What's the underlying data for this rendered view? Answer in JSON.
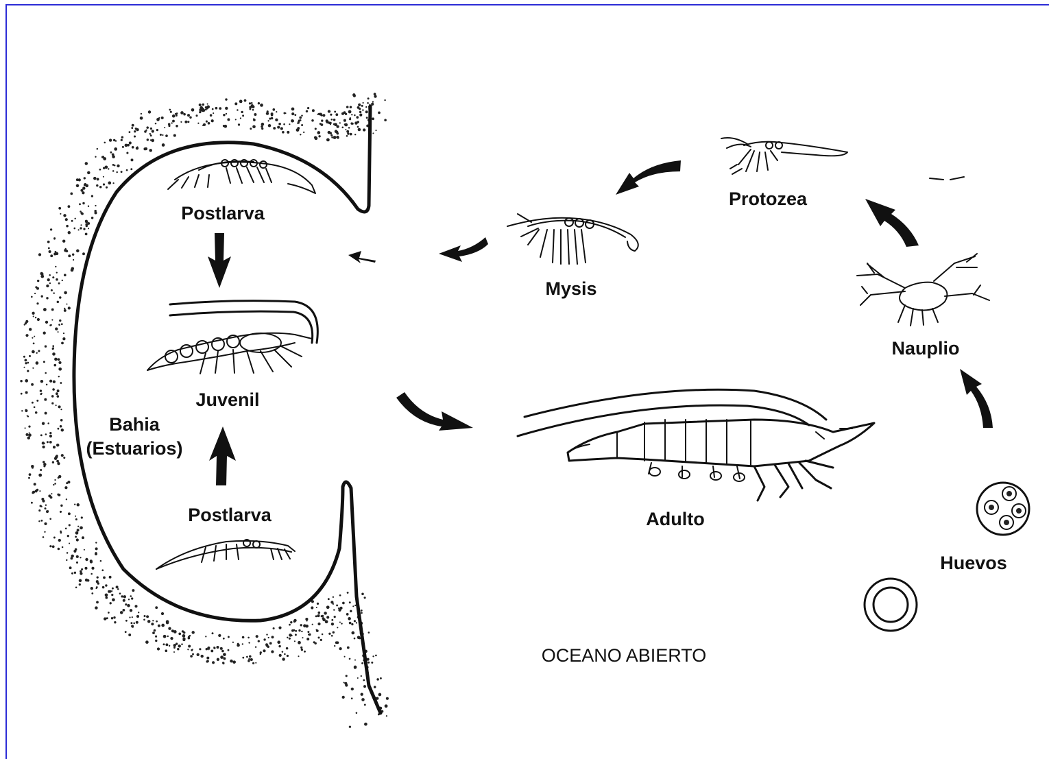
{
  "labels": {
    "postlarva_top": "Postlarva",
    "juvenil": "Juvenil",
    "bahia_line1": "Bahia",
    "bahia_line2": "(Estuarios)",
    "postlarva_bottom": "Postlarva",
    "mysis": "Mysis",
    "protozea": "Protozea",
    "nauplio": "Nauplio",
    "adulto": "Adulto",
    "huevos": "Huevos",
    "oceano": "OCEANO ABIERTO"
  },
  "colors": {
    "frame_border": "#2b2bd6",
    "ink": "#111111",
    "background": "#ffffff"
  }
}
